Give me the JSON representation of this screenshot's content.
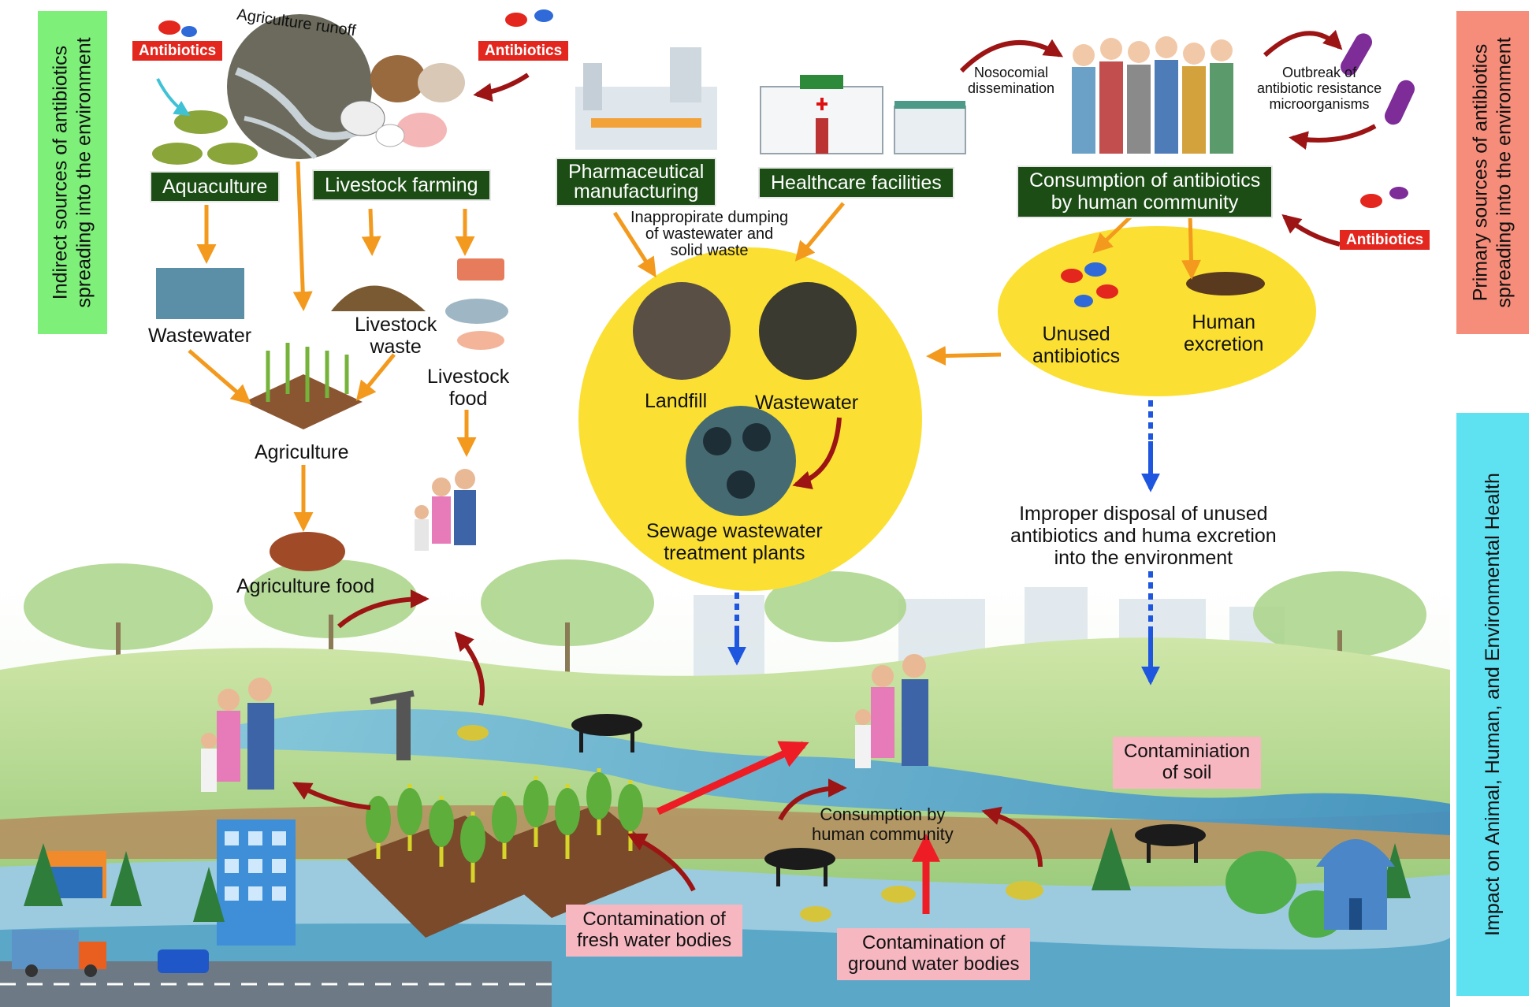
{
  "side_labels": {
    "indirect": "Indirect sources of antibiotics\nspreading into the environment",
    "primary": "Primary sources of antibiotics\nspreading into the environment",
    "impact": "Impact on Animal, Human, and Environmental Health"
  },
  "antibiotics_tags": [
    "Antibiotics",
    "Antibiotics",
    "Antibiotics"
  ],
  "indirect_sources": {
    "runoff": "Agriculture runoff",
    "aquaculture": "Aquaculture",
    "livestock_farming": "Livestock farming",
    "wastewater": "Wastewater",
    "livestock_waste": "Livestock\nwaste",
    "livestock_food": "Livestock\nfood",
    "agriculture": "Agriculture",
    "agriculture_food": "Agriculture food"
  },
  "primary_sources": {
    "pharma": "Pharmaceutical\nmanufacturing",
    "healthcare": "Healthcare facilities",
    "consumption": "Consumption of antibiotics\nby human community",
    "nosocomial": "Nosocomial\ndissemination",
    "outbreak": "Outbreak of\nantibiotic resistance\nmicroorganisms",
    "dumping": "Inappropirate dumping\nof wastewater and\nsolid waste",
    "unused": "Unused\nantibiotics",
    "excretion": "Human\nexcretion",
    "landfill": "Landfill",
    "wastewater2": "Wastewater",
    "sewage": "Sewage wastewater\ntreatment plants",
    "improper": "Improper disposal of unused\nantibiotics and huma excretion\ninto the environment"
  },
  "impact_labels": {
    "soil": "Contaminiation\nof soil",
    "fresh": "Contamination of\nfresh water bodies",
    "ground": "Contamination of\nground water bodies",
    "consumption": "Consumption by\nhuman community"
  },
  "colors": {
    "green_box": "#1b4d14",
    "red_tag": "#e3261e",
    "pink_box": "#f6b7c1",
    "yellow_circle": "#fbe033",
    "side_green": "#7ef07a",
    "side_salmon": "#f58d7a",
    "side_cyan": "#5ee2f2",
    "orange_arrow": "#f39a1e",
    "dark_red_arrow": "#9c1414",
    "blue_arrow": "#1f56e0"
  }
}
